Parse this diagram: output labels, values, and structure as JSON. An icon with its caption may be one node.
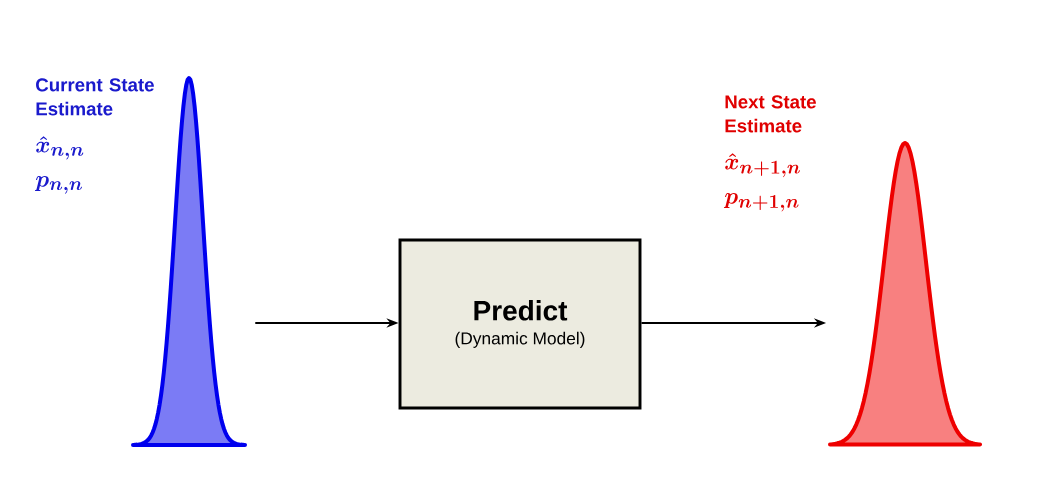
{
  "diagram": {
    "nodes": [
      {
        "text": [
          "Current State Estimate",
          "\\hat{x}_{n,n}",
          "p_{n,n}"
        ]
      },
      {
        "text": [
          "Predict",
          "(Dynamic Model)"
        ]
      },
      {
        "text": [
          "Next State Estimate",
          "\\hat{x}_{n+1,n}",
          "p_{n+1,n}"
        ]
      }
    ],
    "edges": [
      {
        "from": 0,
        "to": 1,
        "arrow": "to"
      },
      {
        "from": 1,
        "to": 2,
        "arrow": "to"
      }
    ]
  }
}
